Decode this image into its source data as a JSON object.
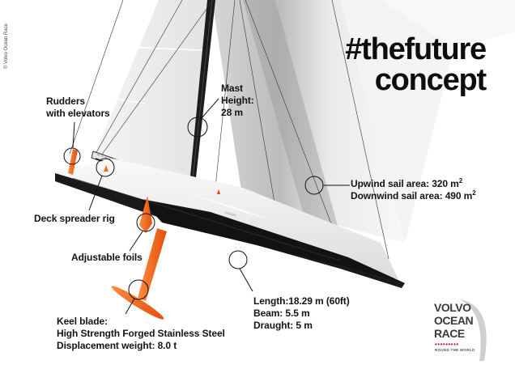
{
  "copyright": "© Volvo Ocean Race",
  "title": {
    "line1": "#thefuture",
    "line2": "concept"
  },
  "callouts": {
    "rudders": {
      "line1": "Rudders",
      "line2": "with elevators"
    },
    "mast": {
      "line1": "Mast",
      "line2": "Height:",
      "line3": "28 m"
    },
    "sail_area": {
      "upwind": "Upwind sail area: 320 m",
      "upwind_sup": "2",
      "downwind": "Downwind sail area: 490 m",
      "downwind_sup": "2"
    },
    "deck_rig": {
      "label": "Deck spreader rig"
    },
    "foils": {
      "label": "Adjustable foils"
    },
    "dimensions": {
      "length": "Length:18.29 m (60ft)",
      "beam": "Beam: 5.5 m",
      "draught": "Draught: 5 m"
    },
    "keel": {
      "line1": "Keel blade:",
      "line2": "High Strength Forged Stainless Steel",
      "line3": "Displacement weight: 8.0 t"
    }
  },
  "logo": {
    "line1": "VOLVO",
    "line2": "OCEAN",
    "line3": "RACE",
    "dots": "•••••••••",
    "tagline": "ROUND THE WORLD"
  },
  "colors": {
    "accent_orange": "#f26a21",
    "hull_black": "#1a1a1a",
    "logo_red": "#c8102e",
    "sail_grey": "#e9e9e9"
  }
}
